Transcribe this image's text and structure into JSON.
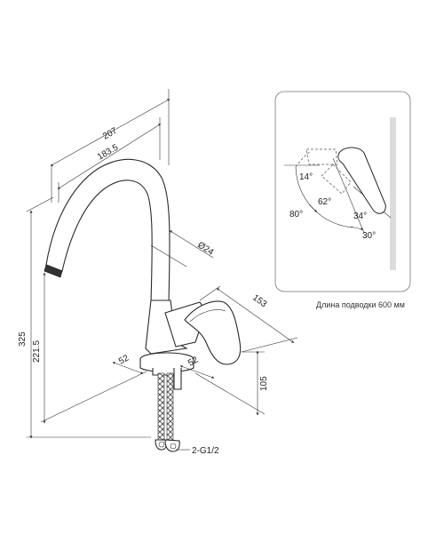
{
  "dimensions": {
    "overall_reach": "207",
    "spout_reach": "183.5",
    "spout_diameter": "Ø24",
    "total_height": "325",
    "spout_height": "221.5",
    "lever_length": "153",
    "base_left": "52",
    "base_right": "52",
    "lever_height": "105",
    "connection_thread": "2-G1/2"
  },
  "angles": {
    "a14": "14°",
    "a62": "62°",
    "a80": "80°",
    "a34": "34°",
    "a30": "30°"
  },
  "inset": {
    "caption": "Длина подводки 600 мм"
  }
}
